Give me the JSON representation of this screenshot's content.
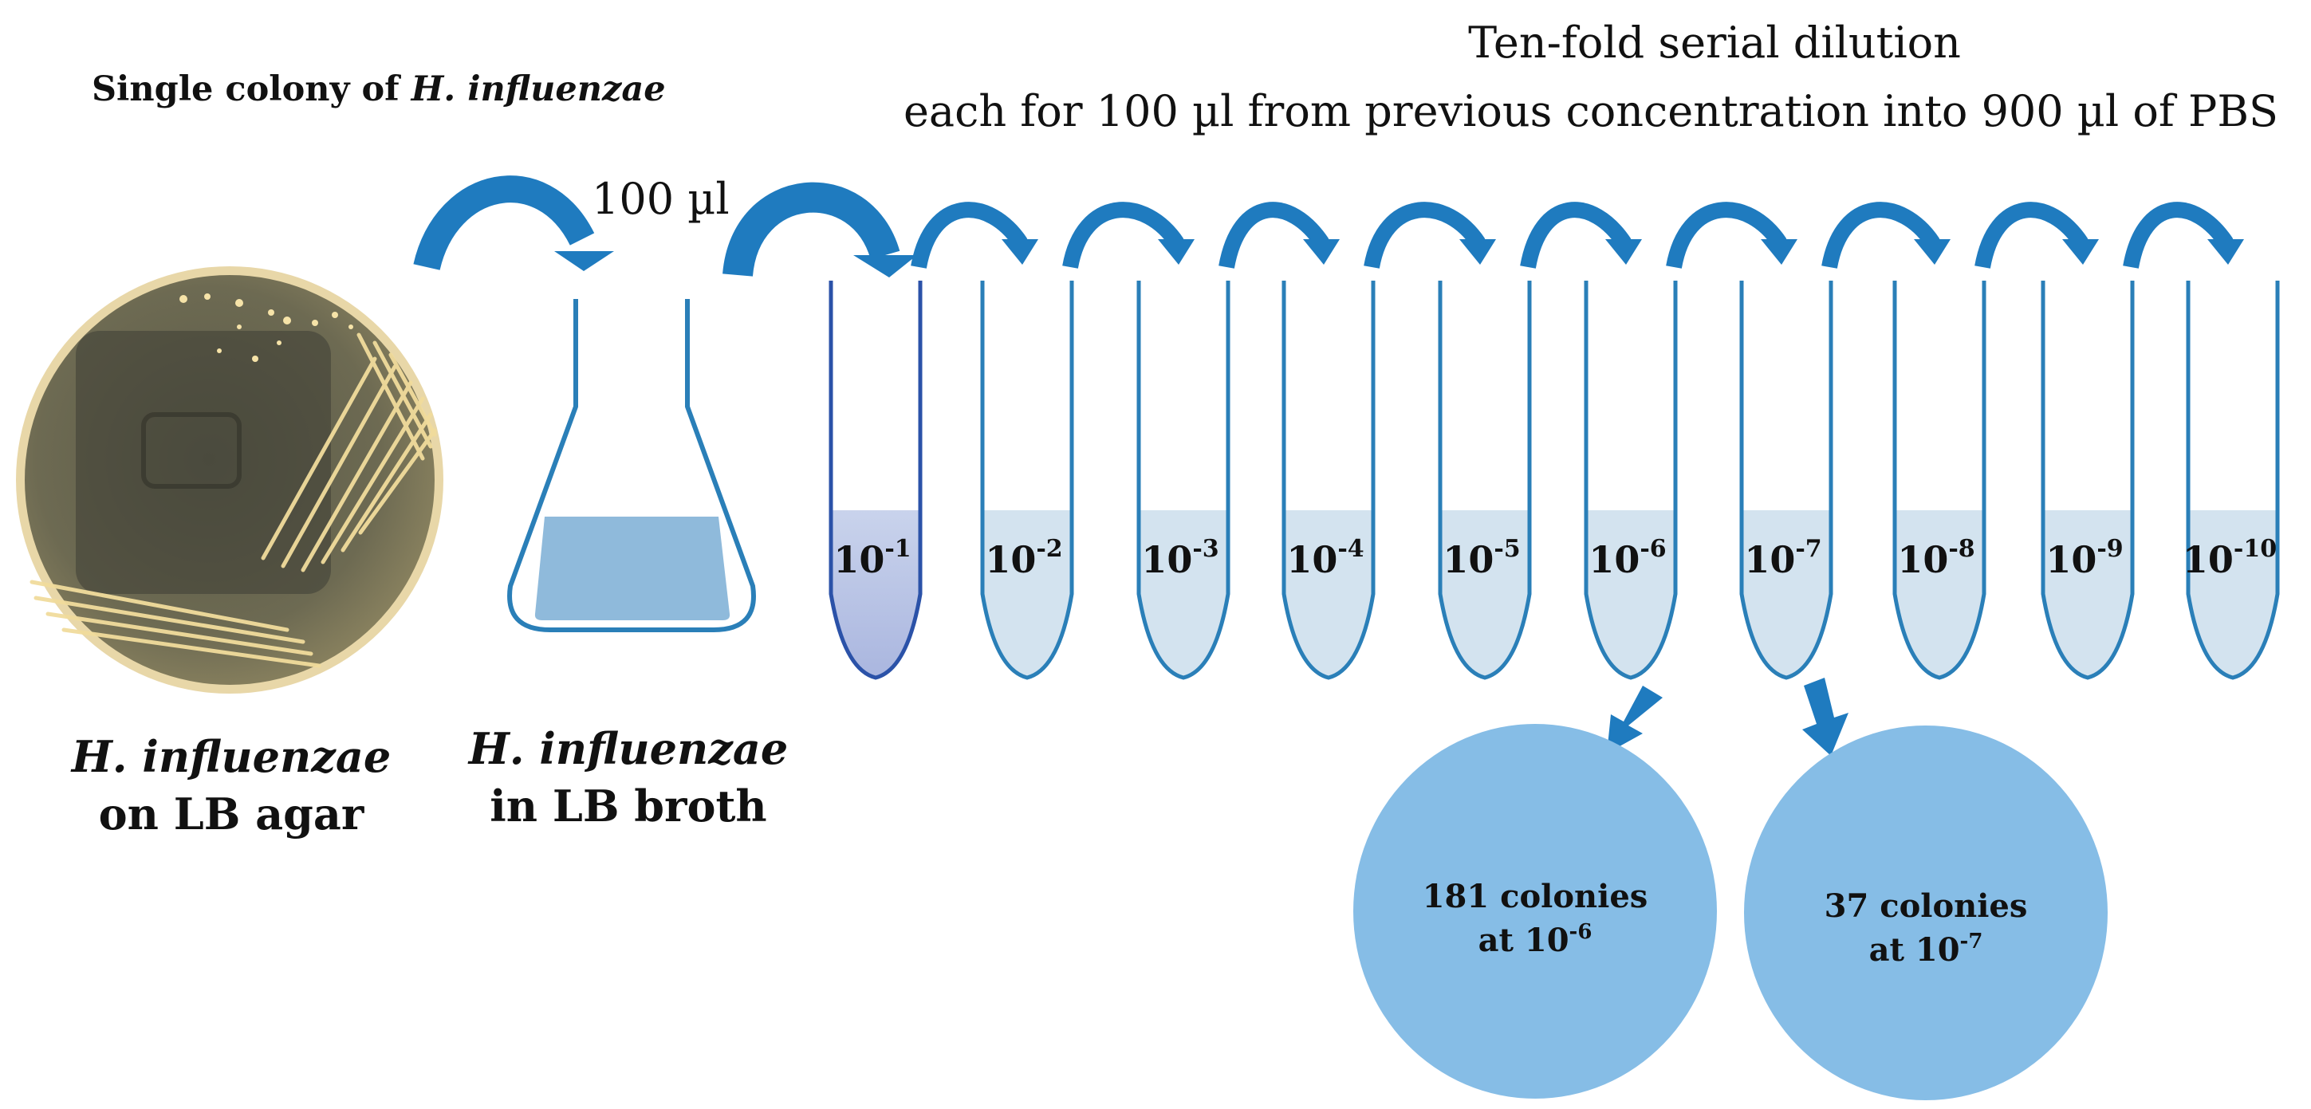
{
  "header": {
    "title_line1": "Ten-fold serial dilution",
    "title_line2": "each for 100 µl from previous concentration into 900 µl of PBS"
  },
  "source": {
    "caption_prefix": "Single colony of ",
    "caption_species": "H. influenzae",
    "transfer_label": "100 µl",
    "plate_label_species": "H. influenzae",
    "plate_label_medium": "on LB agar",
    "flask_label_species": "H. influenzae",
    "flask_label_medium": "in LB broth"
  },
  "tubes": [
    {
      "base": "10",
      "exp": "-1"
    },
    {
      "base": "10",
      "exp": "-2"
    },
    {
      "base": "10",
      "exp": "-3"
    },
    {
      "base": "10",
      "exp": "-4"
    },
    {
      "base": "10",
      "exp": "-5"
    },
    {
      "base": "10",
      "exp": "-6"
    },
    {
      "base": "10",
      "exp": "-7"
    },
    {
      "base": "10",
      "exp": "-8"
    },
    {
      "base": "10",
      "exp": "-9"
    },
    {
      "base": "10",
      "exp": "-10"
    }
  ],
  "results": [
    {
      "line1": "181 colonies",
      "line2_prefix": "at 10",
      "exp": "-6"
    },
    {
      "line1": "37 colonies",
      "line2_prefix": "at 10",
      "exp": "-7"
    }
  ],
  "colors": {
    "arrow": "#1f7bbf",
    "arrow_dark": "#15609a",
    "tube_outline": "#2a7fb8",
    "liquid": "#d3e3ef",
    "result_fill": "#86bde6",
    "flask_liquid": "#8fbadb",
    "agar": "#6f6a52",
    "plate_rim": "#e8d7a8",
    "colony": "#f3dfa2"
  }
}
